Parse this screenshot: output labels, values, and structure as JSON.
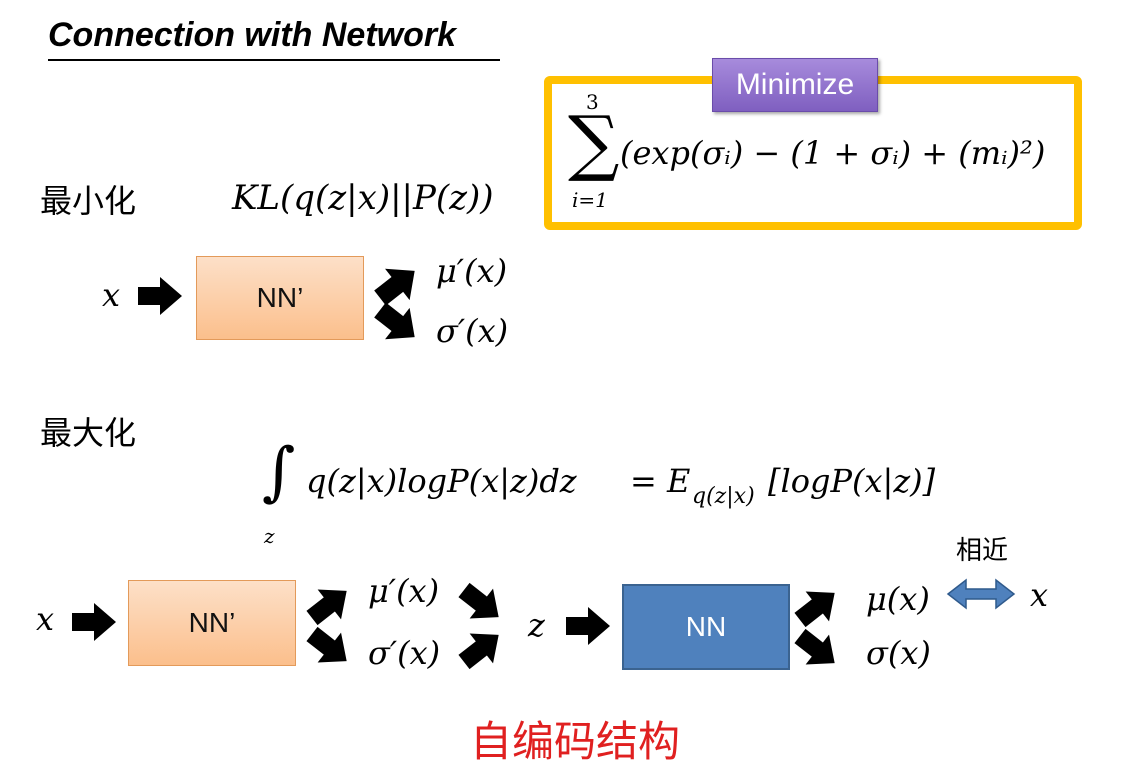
{
  "title": "Connection with Network",
  "minimize_label": "Minimize",
  "minimize_formula": {
    "sum_top": "3",
    "sum_bottom": "i=1",
    "body": "(exp(σᵢ) − (1 + σᵢ) + (mᵢ)²)"
  },
  "section_min": {
    "label": "最小化",
    "formula": "KL(q(z|x)||P(z))",
    "input": "x",
    "box": "NN’",
    "out_mu": "μ′(x)",
    "out_sigma": "σ′(x)"
  },
  "section_max": {
    "label": "最大化",
    "integral_sub": "z",
    "formula_left": "q(z|x)logP(x|z)dz",
    "formula_eq": "= E",
    "formula_sub": "q(z|x)",
    "formula_right": "[logP(x|z)]"
  },
  "pipeline": {
    "input": "x",
    "encoder": "NN’",
    "enc_mu": "μ′(x)",
    "enc_sigma": "σ′(x)",
    "latent": "z",
    "decoder": "NN",
    "dec_mu": "μ(x)",
    "dec_sigma": "σ(x)",
    "similar_label": "相近",
    "target": "x"
  },
  "caption": "自编码结构",
  "colors": {
    "minimize_border": "#ffc000",
    "minimize_tag": "#8e6fcc",
    "encoder_fill": "#fbc99a",
    "decoder_fill": "#4f81bd",
    "caption": "#e02020",
    "double_arrow": "#4f81bd"
  }
}
